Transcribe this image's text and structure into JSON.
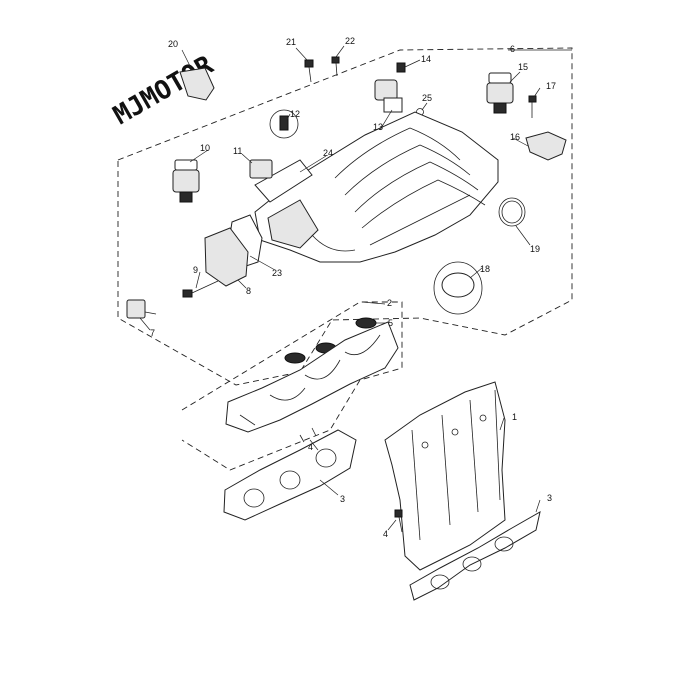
{
  "watermark": "MJMOTOR",
  "callouts": {
    "c1": "1",
    "c2": "2",
    "c3a": "3",
    "c3b": "3",
    "c4a": "4",
    "c4b": "4",
    "c5": "5",
    "c6": "6",
    "c7": "7",
    "c8": "8",
    "c9": "9",
    "c10": "10",
    "c11": "11",
    "c12": "12",
    "c13": "13",
    "c14": "14",
    "c15": "15",
    "c16": "16",
    "c17": "17",
    "c18": "18",
    "c19": "19",
    "c20": "20",
    "c21": "21",
    "c22": "22",
    "c23": "23",
    "c24": "24",
    "c25": "25"
  },
  "colors": {
    "line": "#222222",
    "background": "#ffffff"
  }
}
